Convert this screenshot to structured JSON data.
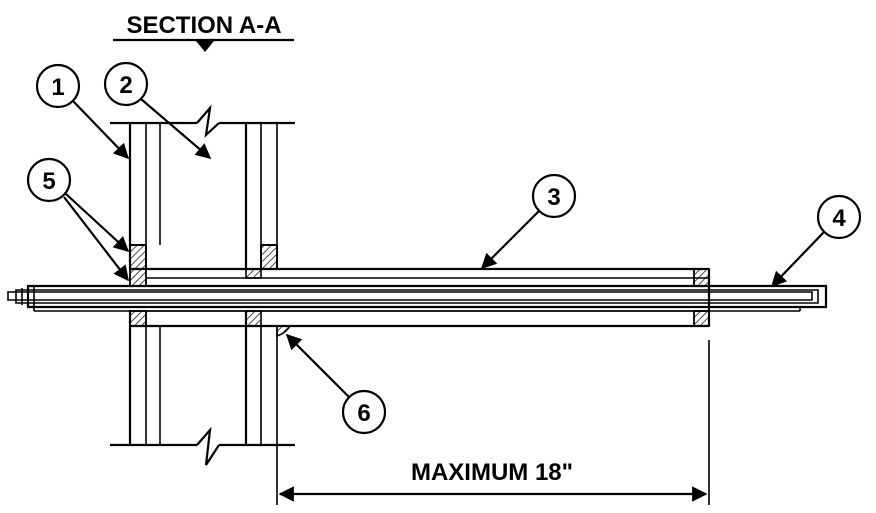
{
  "title": "SECTION A-A",
  "dimension_label": "MAXIMUM 18\"",
  "callouts": [
    {
      "id": "1",
      "label": "1"
    },
    {
      "id": "2",
      "label": "2"
    },
    {
      "id": "3",
      "label": "3"
    },
    {
      "id": "4",
      "label": "4"
    },
    {
      "id": "5",
      "label": "5"
    },
    {
      "id": "6",
      "label": "6"
    }
  ]
}
